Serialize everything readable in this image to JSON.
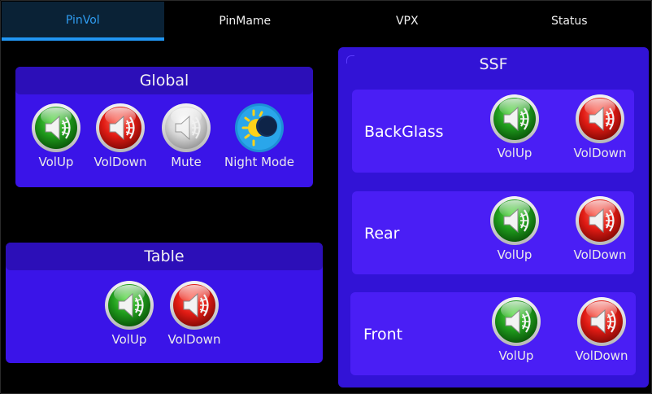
{
  "tabs": [
    {
      "label": "PinVol",
      "active": true
    },
    {
      "label": "PinMame",
      "active": false
    },
    {
      "label": "VPX",
      "active": false
    },
    {
      "label": "Status",
      "active": false
    }
  ],
  "global": {
    "title": "Global",
    "buttons": [
      {
        "label": "VolUp",
        "icon": "speaker-green-icon"
      },
      {
        "label": "VolDown",
        "icon": "speaker-red-icon"
      },
      {
        "label": "Mute",
        "icon": "speaker-gray-icon"
      },
      {
        "label": "Night Mode",
        "icon": "night-mode-icon"
      }
    ]
  },
  "table": {
    "title": "Table",
    "buttons": [
      {
        "label": "VolUp",
        "icon": "speaker-green-icon"
      },
      {
        "label": "VolDown",
        "icon": "speaker-red-icon"
      }
    ]
  },
  "ssf": {
    "title": "SSF",
    "groups": [
      {
        "label": "BackGlass",
        "up": "VolUp",
        "down": "VolDown"
      },
      {
        "label": "Rear",
        "up": "VolUp",
        "down": "VolDown"
      },
      {
        "label": "Front",
        "up": "VolUp",
        "down": "VolDown"
      }
    ]
  },
  "colors": {
    "panel": "#3a14e8",
    "panel_header": "#2c0fb8",
    "subpanel": "#4a1ef5",
    "tab_active": "#2196f3",
    "green": "#1e9e24",
    "red": "#e0201c"
  }
}
